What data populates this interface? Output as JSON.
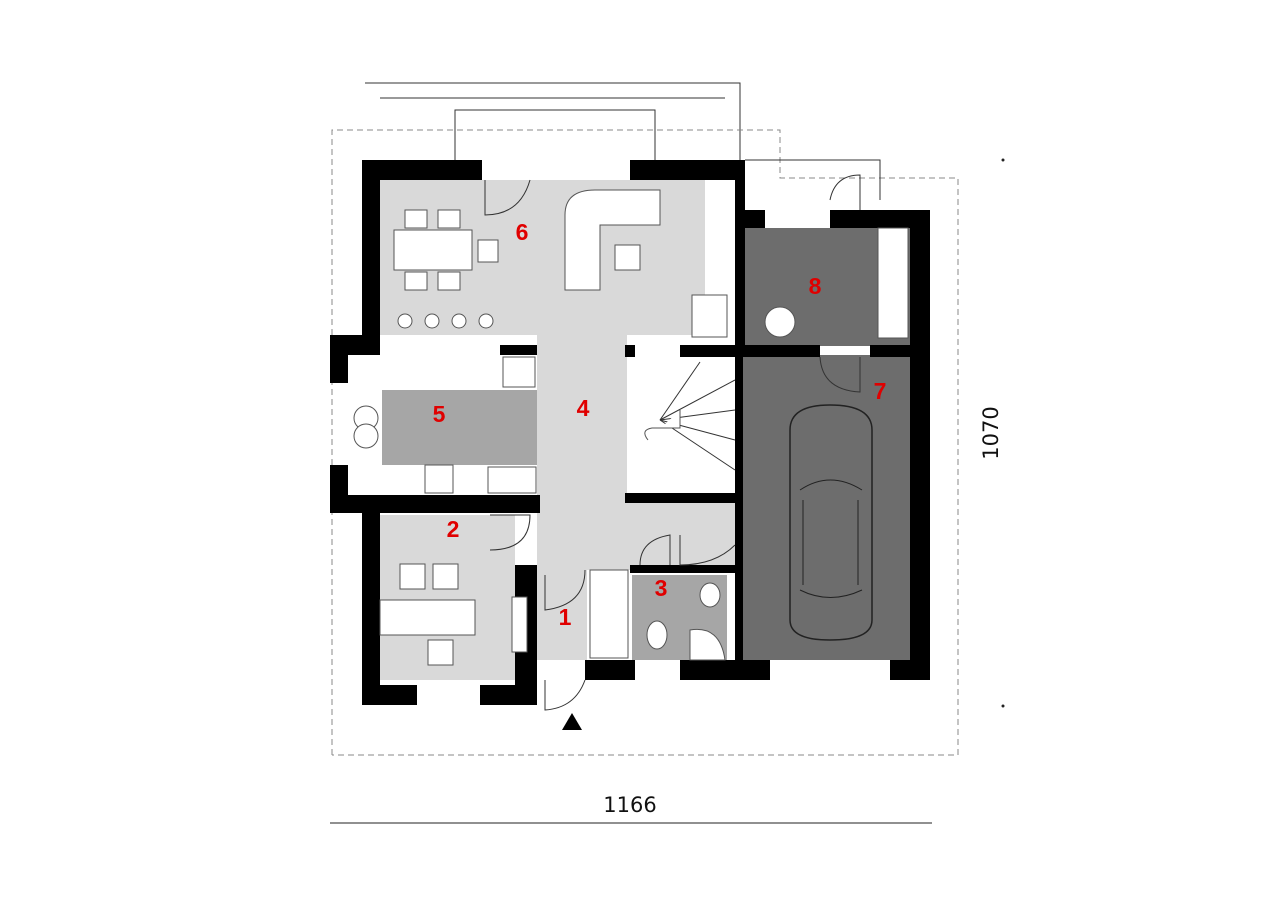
{
  "plan": {
    "rooms": [
      {
        "number": "1"
      },
      {
        "number": "2"
      },
      {
        "number": "3"
      },
      {
        "number": "4"
      },
      {
        "number": "5"
      },
      {
        "number": "6"
      },
      {
        "number": "7"
      },
      {
        "number": "8"
      }
    ],
    "dimensions": {
      "width": "1166",
      "depth": "1070"
    },
    "colors": {
      "light_floor": "#d9d9d9",
      "mid_floor": "#a6a6a6",
      "dark_floor": "#6d6d6d",
      "wall": "#000000",
      "label": "#e00000"
    }
  }
}
